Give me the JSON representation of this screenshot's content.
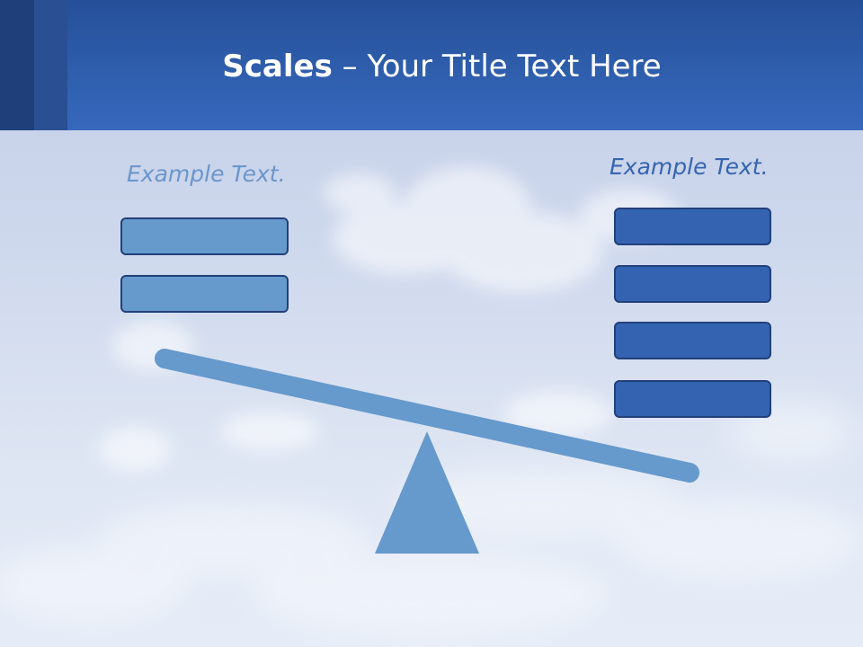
{
  "slide": {
    "title_bold": "Scales",
    "title_rest": " – Your Title Text Here"
  },
  "left_side": {
    "label": "Example Text.",
    "boxes": 2
  },
  "right_side": {
    "label": "Example Text.",
    "boxes": 4
  },
  "colors": {
    "header": "#2f5fae",
    "light_box": "#6699cc",
    "dark_box": "#3363b1",
    "box_border": "#22407a",
    "beam": "#6699cc",
    "fulcrum": "#6699cc",
    "left_label": "#6b96cc",
    "right_label": "#3565b0"
  }
}
